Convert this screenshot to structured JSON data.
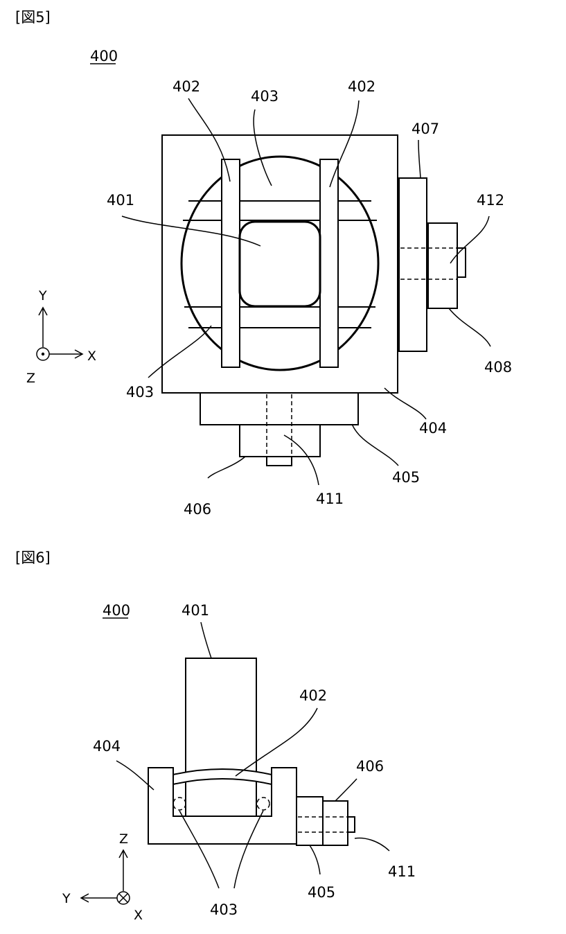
{
  "fig5": {
    "title": "[図5]",
    "ref_main": "400",
    "labels": {
      "l401": "401",
      "l402a": "402",
      "l402b": "402",
      "l403top": "403",
      "l403bot": "403",
      "l404": "404",
      "l405": "405",
      "l406": "406",
      "l407": "407",
      "l408": "408",
      "l411": "411",
      "l412": "412"
    },
    "axes": {
      "y": "Y",
      "x": "X",
      "z": "Z"
    }
  },
  "fig6": {
    "title": "[図6]",
    "ref_main": "400",
    "labels": {
      "l401": "401",
      "l402": "402",
      "l403": "403",
      "l404": "404",
      "l405": "405",
      "l406": "406",
      "l411": "411"
    },
    "axes": {
      "z": "Z",
      "y": "Y",
      "x": "X"
    }
  }
}
